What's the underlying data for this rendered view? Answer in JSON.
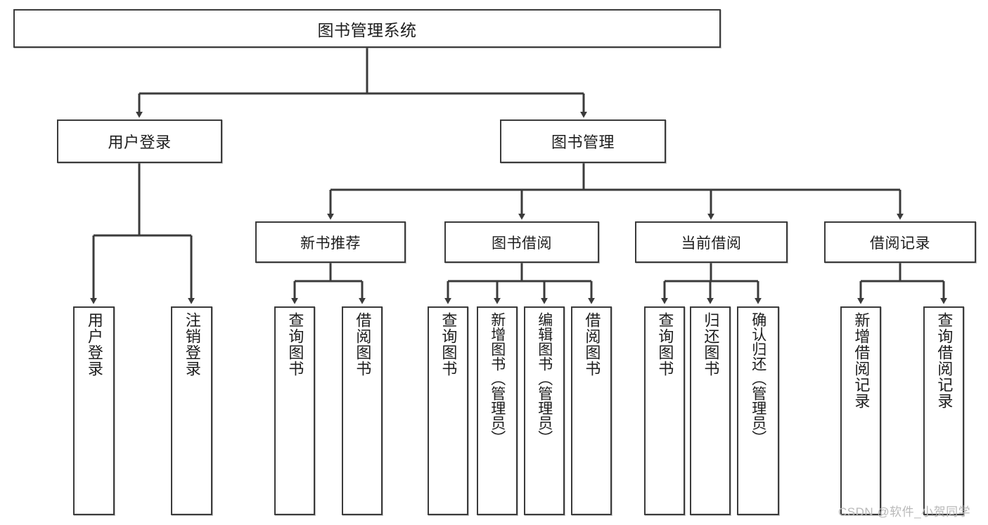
{
  "diagram": {
    "title_text": "图书管理系统",
    "watermark": "CSDN @软件_小贺同学",
    "stroke_color": "#3b3b3b",
    "background_color": "#ffffff",
    "text_color": "#1d1d1d",
    "watermark_color": "#b9b9b9"
  },
  "nodes": {
    "root": {
      "label": "图书管理系统"
    },
    "level1": [
      {
        "key": "user_login",
        "label": "用户登录"
      },
      {
        "key": "book_manage",
        "label": "图书管理"
      }
    ],
    "level2": [
      {
        "key": "new_book_rec",
        "label": "新书推荐"
      },
      {
        "key": "book_borrow",
        "label": "图书借阅"
      },
      {
        "key": "current_borrow",
        "label": "当前借阅"
      },
      {
        "key": "borrow_record",
        "label": "借阅记录"
      }
    ],
    "leaves": {
      "user_login": [
        {
          "key": "login",
          "label": "用户登录"
        },
        {
          "key": "logout",
          "label": "注销登录"
        }
      ],
      "new_book_rec": [
        {
          "key": "query_book_a",
          "label": "查询图书"
        },
        {
          "key": "borrow_book_a",
          "label": "借阅图书"
        }
      ],
      "book_borrow": [
        {
          "key": "query_book_b",
          "label": "查询图书"
        },
        {
          "key": "add_book",
          "label": "新增图书（管理员）"
        },
        {
          "key": "edit_book",
          "label": "编辑图书（管理员）"
        },
        {
          "key": "borrow_book_b",
          "label": "借阅图书"
        }
      ],
      "current_borrow": [
        {
          "key": "query_book_c",
          "label": "查询图书"
        },
        {
          "key": "return_book",
          "label": "归还图书"
        },
        {
          "key": "confirm_return",
          "label": "确认归还（管理员）"
        }
      ],
      "borrow_record": [
        {
          "key": "add_record",
          "label": "新增借阅记录"
        },
        {
          "key": "query_record",
          "label": "查询借阅记录"
        }
      ]
    }
  }
}
